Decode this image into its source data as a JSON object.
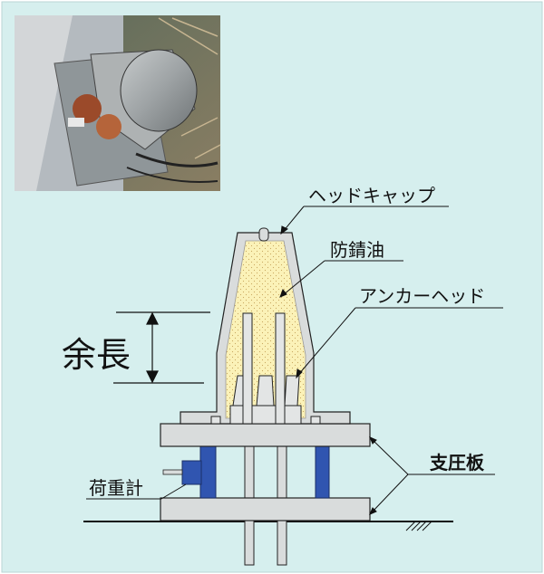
{
  "diagram": {
    "labels": {
      "head_cap": "ヘッドキャップ",
      "rust_oil": "防錆油",
      "anchor_head": "アンカーヘッド",
      "extra_length": "余長",
      "bearing_plate": "支圧板",
      "load_meter": "荷重計"
    },
    "photo": {
      "description_icon": "photo-icon"
    },
    "colors": {
      "background": "#d6efee",
      "oil_fill": "#fbf2b8",
      "steel": "#d9dcdc",
      "load_cell": "#3055b0",
      "outline": "#222222"
    }
  }
}
